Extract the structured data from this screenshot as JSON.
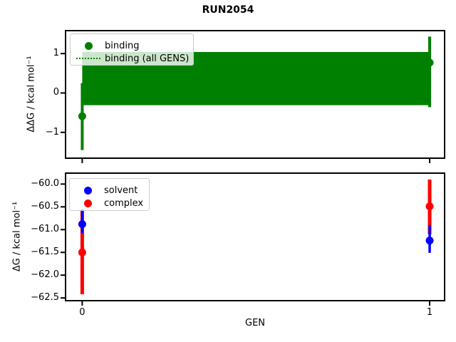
{
  "title": "RUN2054",
  "colors": {
    "binding": "#008000",
    "solvent": "#0000ff",
    "complex": "#ff0000",
    "axis": "#000000",
    "legend_border": "#cccccc"
  },
  "chart_data": [
    {
      "type": "errorbar",
      "title": "",
      "ylabel": "ΔΔG / kcal mol⁻¹",
      "xlabel": "",
      "xlim": [
        -0.048,
        1.043
      ],
      "ylim": [
        -1.655,
        1.582
      ],
      "grid": false,
      "yticks": [
        {
          "value": 1,
          "label": "1"
        },
        {
          "value": 0,
          "label": "0"
        },
        {
          "value": -1,
          "label": "−1"
        }
      ],
      "xticks": [
        {
          "value": 0,
          "label": ""
        },
        {
          "value": 1,
          "label": ""
        }
      ],
      "band": {
        "label": "binding (all GENS)",
        "lo": -0.31,
        "hi": 1.04,
        "center": 0.37,
        "color": "#008000",
        "style": "dotted-center-line"
      },
      "series": [
        {
          "name": "binding",
          "color": "#008000",
          "marker": "circle",
          "points": [
            {
              "x": 0,
              "y": -0.59,
              "err_lo": -1.45,
              "err_hi": 0.25
            },
            {
              "x": 1,
              "y": 0.77,
              "err_lo": -0.36,
              "err_hi": 1.43
            }
          ]
        }
      ],
      "legend": {
        "position": "upper left",
        "entries": [
          {
            "label": "binding",
            "marker": "dot",
            "color": "#008000"
          },
          {
            "label": "binding (all GENS)",
            "marker": "dotted-line",
            "color": "#008000"
          }
        ]
      }
    },
    {
      "type": "errorbar",
      "title": "",
      "ylabel": "ΔG / kcal mol⁻¹",
      "xlabel": "GEN",
      "xlim": [
        -0.048,
        1.043
      ],
      "ylim": [
        -62.56,
        -59.76
      ],
      "grid": false,
      "yticks": [
        {
          "value": -60.0,
          "label": "−60.0"
        },
        {
          "value": -60.5,
          "label": "−60.5"
        },
        {
          "value": -61.0,
          "label": "−61.0"
        },
        {
          "value": -61.5,
          "label": "−61.5"
        },
        {
          "value": -62.0,
          "label": "−62.0"
        },
        {
          "value": -62.5,
          "label": "−62.5"
        }
      ],
      "xticks": [
        {
          "value": 0,
          "label": "0"
        },
        {
          "value": 1,
          "label": "1"
        }
      ],
      "series": [
        {
          "name": "solvent",
          "color": "#0000ff",
          "marker": "circle",
          "points": [
            {
              "x": 0,
              "y": -60.88,
              "err_lo": -61.08,
              "err_hi": -60.55
            },
            {
              "x": 1,
              "y": -61.24,
              "err_lo": -61.51,
              "err_hi": -60.9
            }
          ]
        },
        {
          "name": "complex",
          "color": "#ff0000",
          "marker": "circle",
          "points": [
            {
              "x": 0,
              "y": -61.5,
              "err_lo": -62.42,
              "err_hi": -60.55
            },
            {
              "x": 1,
              "y": -60.49,
              "err_lo": -61.1,
              "err_hi": -59.9
            }
          ]
        }
      ],
      "legend": {
        "position": "upper left",
        "entries": [
          {
            "label": "solvent",
            "marker": "dot",
            "color": "#0000ff"
          },
          {
            "label": "complex",
            "marker": "dot",
            "color": "#ff0000"
          }
        ]
      }
    }
  ]
}
